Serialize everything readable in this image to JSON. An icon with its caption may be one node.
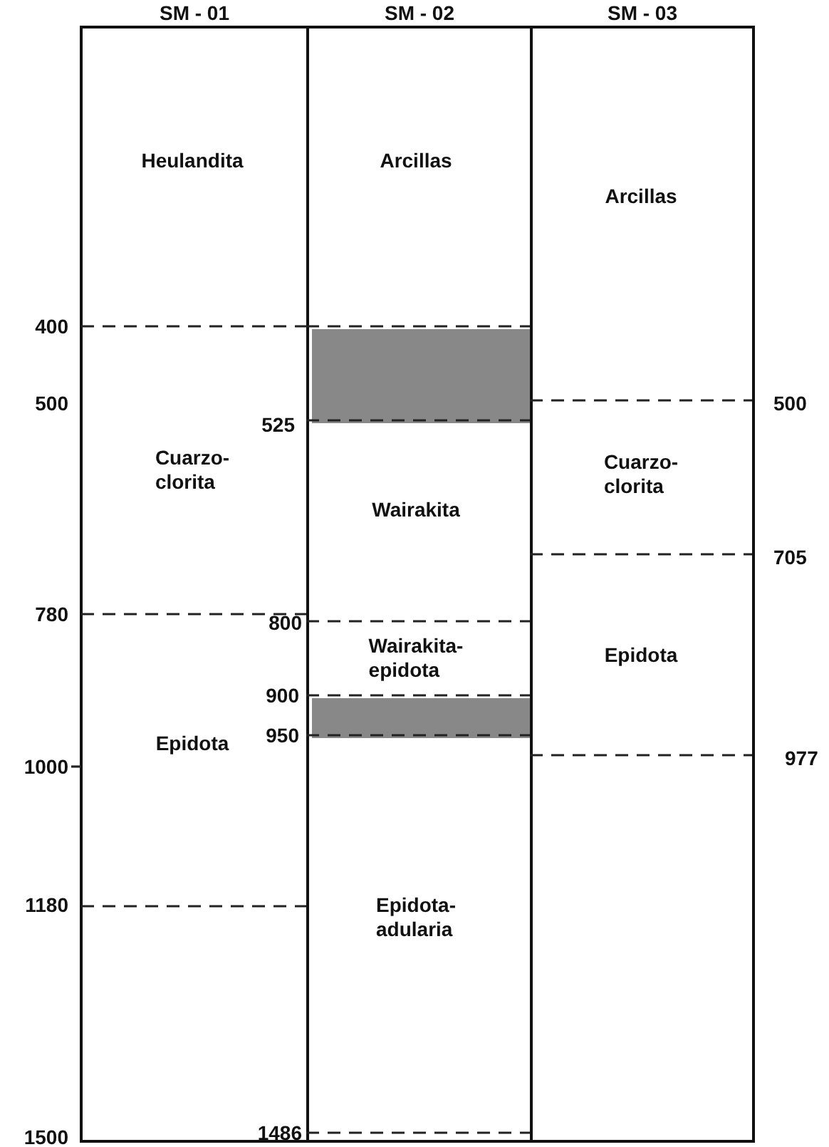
{
  "diagram": {
    "nodes": [
      {
        "text": [
          "SM - 01"
        ]
      },
      {
        "text": [
          "SM - 02"
        ]
      },
      {
        "text": [
          "SM - 03"
        ]
      },
      {
        "text": [
          "Heulandita"
        ],
        "in": 0
      },
      {
        "text": [
          "Cuarzo-clorita"
        ],
        "in": 0
      },
      {
        "text": [
          "Epidota"
        ],
        "in": 0
      },
      {
        "text": [
          "Arcillas"
        ],
        "in": 1
      },
      {
        "text": [],
        "shape": "box",
        "in": 1
      },
      {
        "text": [
          "Wairakita"
        ],
        "in": 1
      },
      {
        "text": [
          "Wairakita-epidota"
        ],
        "in": 1
      },
      {
        "text": [],
        "shape": "box",
        "in": 1
      },
      {
        "text": [
          "Epidota-adularia"
        ],
        "in": 1
      },
      {
        "text": [
          "Arcillas"
        ],
        "in": 2
      },
      {
        "text": [
          "Cuarzo-clorita"
        ],
        "in": 2
      },
      {
        "text": [
          "Epidota"
        ],
        "in": 2
      }
    ],
    "labels": [
      "400",
      "500",
      "525",
      "500",
      "705",
      "780",
      "800",
      "900",
      "950",
      "977",
      "1000",
      "1180",
      "1486",
      "1500"
    ]
  }
}
